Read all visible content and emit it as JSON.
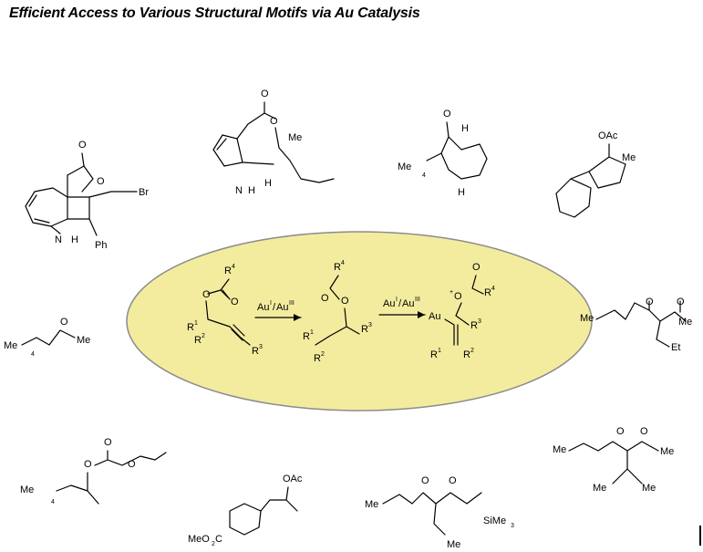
{
  "title": "Efficient Access to Various Structural Motifs via Au Catalysis",
  "center_scheme": {
    "step1_catalyst": "Au",
    "step1_catalyst_ox": "Au",
    "step1_sup1": "I",
    "step1_sup2": "III",
    "step2_catalyst": "Au",
    "step2_catalyst_ox": "Au",
    "step2_sup1": "I",
    "step2_sup2": "III"
  },
  "labels": {
    "O": "O",
    "H": "H",
    "N": "N",
    "Br": "Br",
    "Ph": "Ph",
    "Me": "Me",
    "OAc": "OAc",
    "R": "R",
    "Au": "Au",
    "Et": "Et",
    "sub1": "1",
    "sub2": "2",
    "sub3": "3",
    "sub4": "4",
    "MeO2C": "MeO",
    "co2": "C",
    "sub_2": "2",
    "SiMe3": "SiMe",
    "Et_label": "Et",
    "Me_plus": "+",
    "Me_chain": "Me",
    "n4": "4"
  },
  "colors": {
    "ellipse_fill": "#f3ec9f",
    "ellipse_stroke": "#8c8c8c",
    "ink": "#000000"
  }
}
